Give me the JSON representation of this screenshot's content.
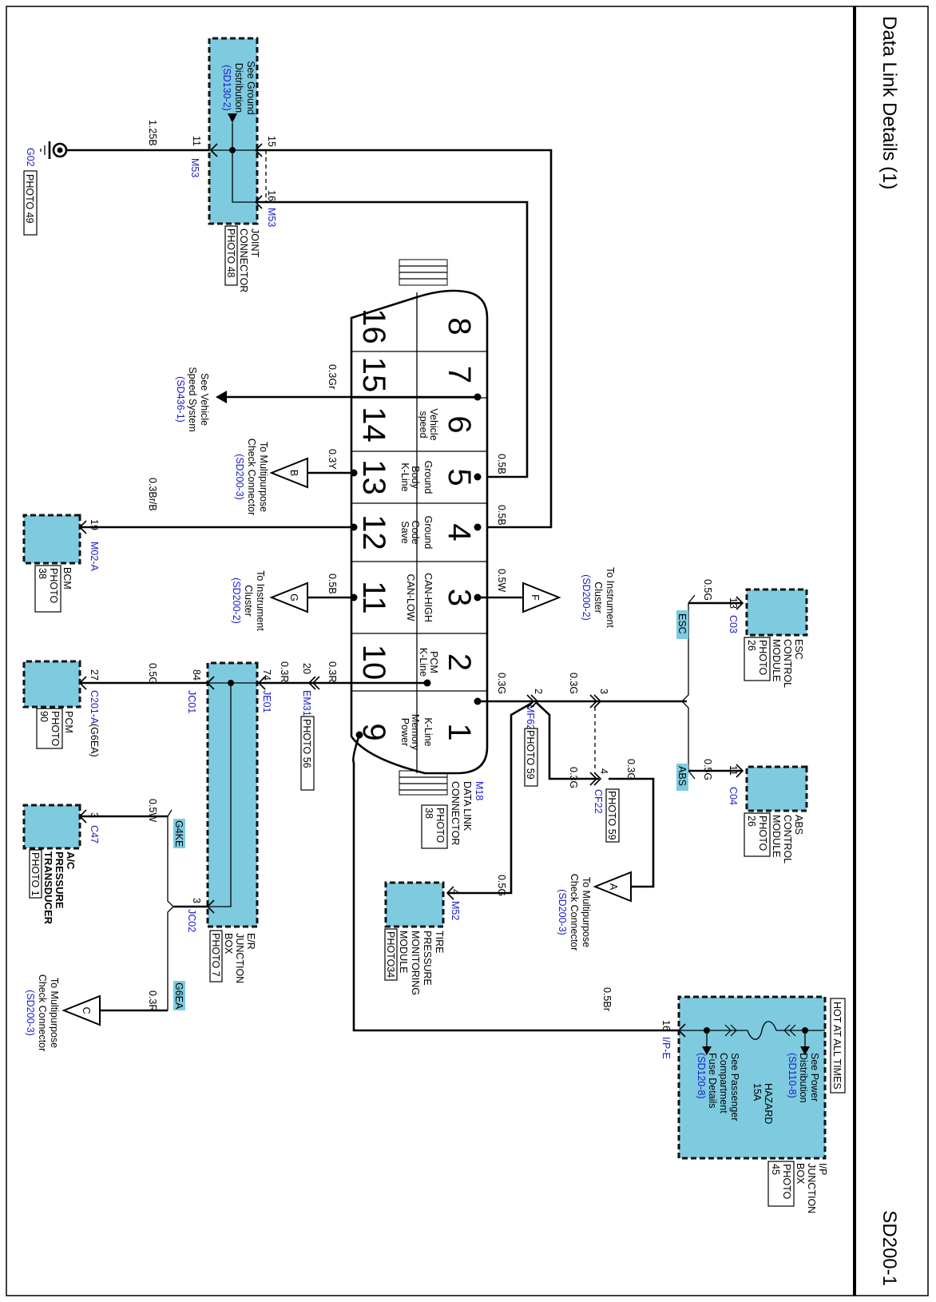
{
  "title": "Data Link Details (1)",
  "page_id": "SD200-1",
  "colors": {
    "module_fill": "#7ECBE0",
    "reference_text": "#1A1ACC",
    "wire": "#000000"
  },
  "ground": {
    "id": "G02",
    "photo": "PHOTO 49",
    "wire": "1.25B",
    "icon": "ground-eyelet-icon"
  },
  "joint_connector": {
    "name": [
      "JOINT",
      "CONNECTOR"
    ],
    "photo": "PHOTO 48",
    "note": [
      "See Ground",
      "Distribution"
    ],
    "ref": "(SD130-2)",
    "connector": "M53",
    "pin_in": "11",
    "pin_out1": "15",
    "pin_out2": "16"
  },
  "dlc": {
    "id": "M18",
    "name": [
      "DATA LINK",
      "CONNECTOR"
    ],
    "photo": [
      "PHOTO",
      "38"
    ],
    "pins_top": [
      {
        "n": "8",
        "label": []
      },
      {
        "n": "7",
        "label": []
      },
      {
        "n": "6",
        "label": [
          "Vehicle",
          "speed"
        ]
      },
      {
        "n": "5",
        "label": [
          "Ground"
        ]
      },
      {
        "n": "4",
        "label": [
          "Ground"
        ]
      },
      {
        "n": "3",
        "label": [
          "CAN-HIGH"
        ]
      },
      {
        "n": "2",
        "label": [
          "PCM",
          "K-Line"
        ]
      },
      {
        "n": "1",
        "label": [
          "K-Line"
        ]
      }
    ],
    "pins_bottom": [
      {
        "n": "16",
        "label": []
      },
      {
        "n": "15",
        "label": []
      },
      {
        "n": "14",
        "label": []
      },
      {
        "n": "13",
        "label": [
          "Body",
          "K-Line"
        ]
      },
      {
        "n": "12",
        "label": [
          "Code",
          "Save"
        ]
      },
      {
        "n": "11",
        "label": [
          "CAN-LOW"
        ]
      },
      {
        "n": "10",
        "label": []
      },
      {
        "n": "9",
        "label": [
          "Memory",
          "Power"
        ]
      }
    ]
  },
  "wires": {
    "pin6": "0.3Gr",
    "pin5": "0.5B",
    "pin4": "0.5B",
    "pin13": "0.3Y",
    "pin12": "0.3Br/B",
    "pin3": "0.5W",
    "pin11": "0.5B",
    "pin2_a": "0.3R",
    "pin2_b": "0.3R",
    "pcm": "0.5G",
    "pin1": "0.3G",
    "mf62_cf22": "0.3G",
    "cf22_4": "0.3G",
    "cf22_out": "0.3G",
    "esc": "0.5G",
    "abs": "0.5G",
    "tpms": "0.5G",
    "ac": "0.5W",
    "c_conn": "0.3R",
    "pin9": "0.5Br"
  },
  "vehicle_speed_ref": {
    "text": [
      "See Vehicle",
      "Speed System"
    ],
    "ref": "(SD436-1)"
  },
  "offpage": {
    "B": {
      "letter": "B",
      "text": [
        "To Multipurpose",
        "Check Connector"
      ],
      "ref": "(SD200-3)"
    },
    "G": {
      "letter": "G",
      "text": [
        "To Instrument",
        "Cluster"
      ],
      "ref": "(SD200-2)"
    },
    "F": {
      "letter": "F",
      "text": [
        "To Instrument",
        "Cluster"
      ],
      "ref": "(SD200-2)"
    },
    "A": {
      "letter": "A",
      "text": [
        "To Multipurpose",
        "Check Connector"
      ],
      "ref": "(SD200-3)"
    },
    "C": {
      "letter": "C",
      "text": [
        "To Multipurpose",
        "Check Connector"
      ],
      "ref": "(SD200-3)"
    }
  },
  "bcm": {
    "name": "BCM",
    "photo": [
      "PHOTO",
      "38"
    ],
    "pin": "19",
    "connector": "M02-A"
  },
  "em31": {
    "pin": "20",
    "connector": "EM31",
    "photo": "PHOTO 56"
  },
  "er_junction": {
    "name": [
      "E/R",
      "JUNCTION",
      "BOX"
    ],
    "photo": "PHOTO 7",
    "je01_pin": "74",
    "je01": "JE01",
    "jc01_pin": "84",
    "jc01": "JC01",
    "jc02_pin": "3",
    "jc02": "JC02"
  },
  "pcm": {
    "name": "PCM",
    "photo": [
      "PHOTO",
      "90"
    ],
    "pin": "27",
    "connector": "C201-A",
    "variant": "(G6EA)"
  },
  "ac_transducer": {
    "name": [
      "A/C",
      "PRESSURE",
      "TRANSDUCER"
    ],
    "photo": "PHOTO 1",
    "pin": "3",
    "connector": "C47"
  },
  "tags": {
    "g4ke": "G4KE",
    "g6ea": "G6EA",
    "esc": "ESC",
    "abs": "ABS"
  },
  "mf62": {
    "pin": "2",
    "connector": "MF62",
    "photo": "PHOTO 59"
  },
  "cf22": {
    "pin3": "3",
    "pin4": "4",
    "connector": "CF22",
    "photo": "PHOTO 59"
  },
  "esc_module": {
    "name": [
      "ESC",
      "CONTROL",
      "MODULE"
    ],
    "photo": [
      "PHOTO",
      "26"
    ],
    "pin": "13",
    "connector": "C03"
  },
  "abs_module": {
    "name": [
      "ABS",
      "CONTROL",
      "MODULE"
    ],
    "photo": [
      "PHOTO",
      "26"
    ],
    "pin": "11",
    "connector": "C04"
  },
  "tpms": {
    "name": [
      "TIRE",
      "PRESSURE",
      "MONITORING",
      "MODULE"
    ],
    "photo": "PHOTO34",
    "pin": "4",
    "connector": "M52"
  },
  "ip_junction": {
    "name": [
      "I/P",
      "JUNCTION",
      "BOX"
    ],
    "photo": [
      "PHOTO",
      "45"
    ],
    "hot": "HOT AT ALL TIMES",
    "power_note": [
      "See Power",
      "Distribution"
    ],
    "power_ref": "(SD110-8)",
    "fuse": [
      "HAZARD",
      "15A"
    ],
    "fuse_note": [
      "See Passenger",
      "Compartment",
      "Fuse Details"
    ],
    "fuse_ref": "(SD120-8)",
    "pin": "16",
    "connector": "I/P-E"
  }
}
